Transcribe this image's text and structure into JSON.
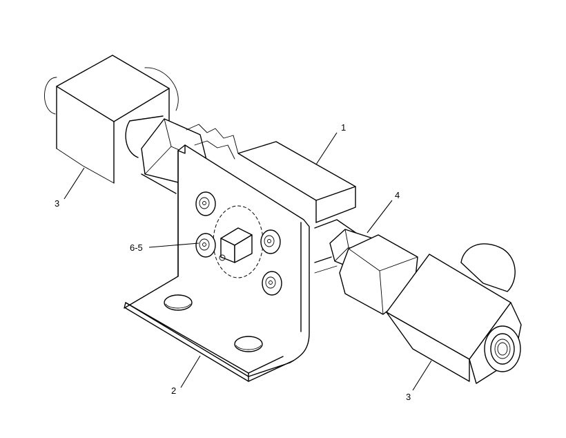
{
  "callouts": {
    "c1": "1",
    "c2": "2",
    "c3_left": "3",
    "c3_right": "3",
    "c4": "4",
    "c6_5": "6-5"
  },
  "colors": {
    "line": "#000000",
    "background": "#ffffff"
  }
}
